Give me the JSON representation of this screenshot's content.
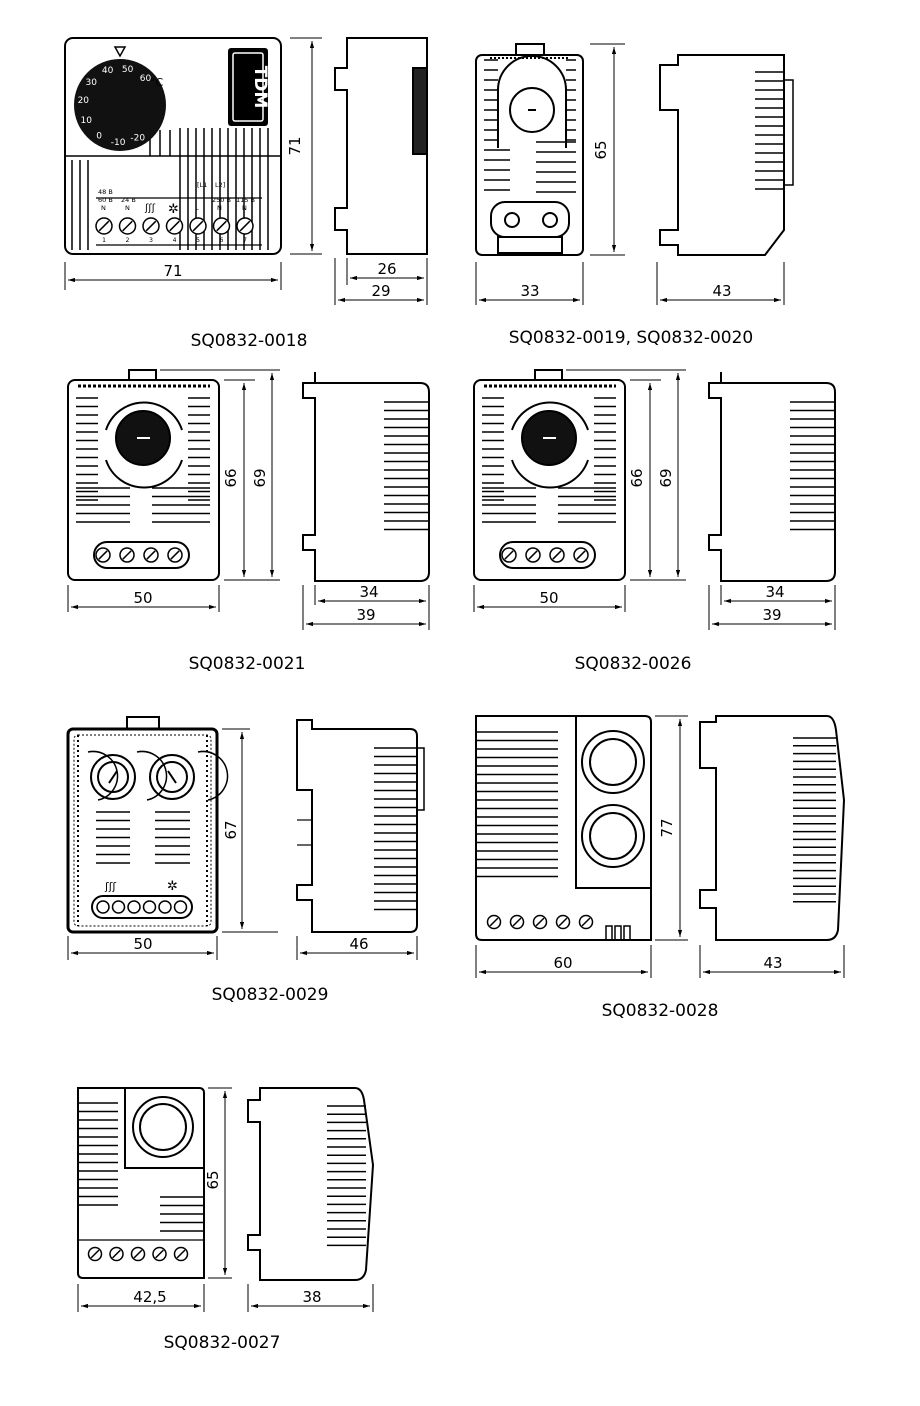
{
  "figures": [
    {
      "caption": "SQ0832-0018",
      "dims": [
        "71",
        "71",
        "26",
        "29"
      ]
    },
    {
      "caption": "SQ0832-0019, SQ0832-0020",
      "dims": [
        "65",
        "33",
        "43"
      ]
    },
    {
      "caption": "SQ0832-0021",
      "dims": [
        "66",
        "69",
        "50",
        "34",
        "39"
      ]
    },
    {
      "caption": "SQ0832-0026",
      "dims": [
        "66",
        "69",
        "50",
        "34",
        "39"
      ]
    },
    {
      "caption": "SQ0832-0029",
      "dims": [
        "67",
        "50",
        "46"
      ]
    },
    {
      "caption": "SQ0832-0028",
      "dims": [
        "77",
        "60",
        "43"
      ]
    },
    {
      "caption": "SQ0832-0027",
      "dims": [
        "65",
        "42,5",
        "38"
      ]
    }
  ],
  "fig1_labels": {
    "brand": "TDM",
    "dial": [
      "-20",
      "-10",
      "0",
      "10",
      "20",
      "30",
      "40",
      "50",
      "60"
    ],
    "dial_unit": "°C",
    "l1": "[L1",
    "l2": "L2]",
    "term_v1": [
      "48 B",
      "60 B",
      "N"
    ],
    "term_v2": [
      "24 B",
      "N"
    ],
    "term_l": "L",
    "term_v3": [
      "250 B",
      "N"
    ],
    "term_v4": [
      "115 B",
      "N"
    ],
    "term_nums": [
      "1",
      "2",
      "3",
      "4",
      "5",
      "6",
      "7"
    ]
  },
  "colors": {
    "ink": "#000000",
    "dial": "#111111",
    "paper": "#ffffff"
  }
}
